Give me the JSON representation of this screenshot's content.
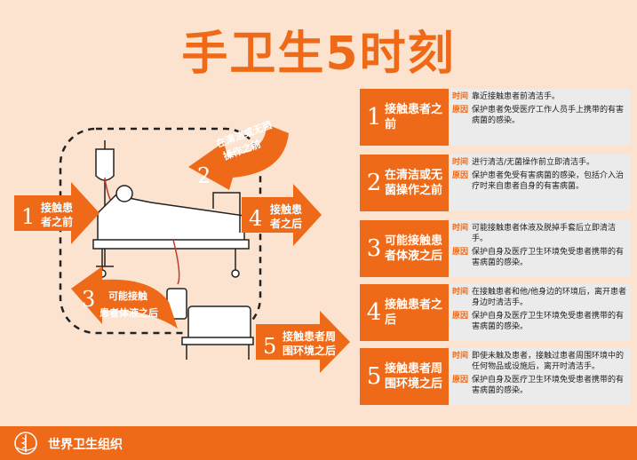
{
  "title": "手卫生5时刻",
  "diagram_labels": [
    {
      "num": "1",
      "line1": "接触患",
      "line2": "者之前"
    },
    {
      "num": "2",
      "line1": "在清洁或无菌",
      "line2": "操作之前"
    },
    {
      "num": "3",
      "line1": "可能接触",
      "line2": "患者体液之后"
    },
    {
      "num": "4",
      "line1": "接触患",
      "line2": "者之后"
    },
    {
      "num": "5",
      "line1": "接触患者周",
      "line2": "围环境之后"
    }
  ],
  "table": {
    "time_label": "时间",
    "reason_label": "原因",
    "rows": [
      {
        "num": "1",
        "title": "接触患者之前",
        "time": "靠近接触患者前清洁手。",
        "reason": "保护患者免受医疗工作人员手上携带的有害病菌的感染。"
      },
      {
        "num": "2",
        "title": "在清洁或无菌操作之前",
        "time": "进行清洁/无菌操作前立即清洁手。",
        "reason": "保护患者免受有害病菌的感染，包括介入治疗时来自患者自身的有害病菌。"
      },
      {
        "num": "3",
        "title": "可能接触患者体液之后",
        "time": "可能接触患者体液及脱掉手套后立即清洁手。",
        "reason": "保护自身及医疗卫生环境免受患者携带的有害病菌的感染。"
      },
      {
        "num": "4",
        "title": "接触患者之后",
        "time": "在接触患者和他/他身边的环境后，离开患者身边时清洁手。",
        "reason": "保护自身及医疗卫生环境免受患者携带的有害病菌的感染。"
      },
      {
        "num": "5",
        "title": "接触患者周围环境之后",
        "time": "即使未触及患者，接触过患者周围环境中的任何物品或设施后，离开时清洁手。",
        "reason": "保护自身及医疗卫生环境免受患者携带的有害病菌的感染。"
      }
    ]
  },
  "footer": {
    "org": "世界卫生组织"
  },
  "colors": {
    "accent": "#ef6a18",
    "background": "#fbe3cf",
    "row_bg": "#ebebeb"
  }
}
